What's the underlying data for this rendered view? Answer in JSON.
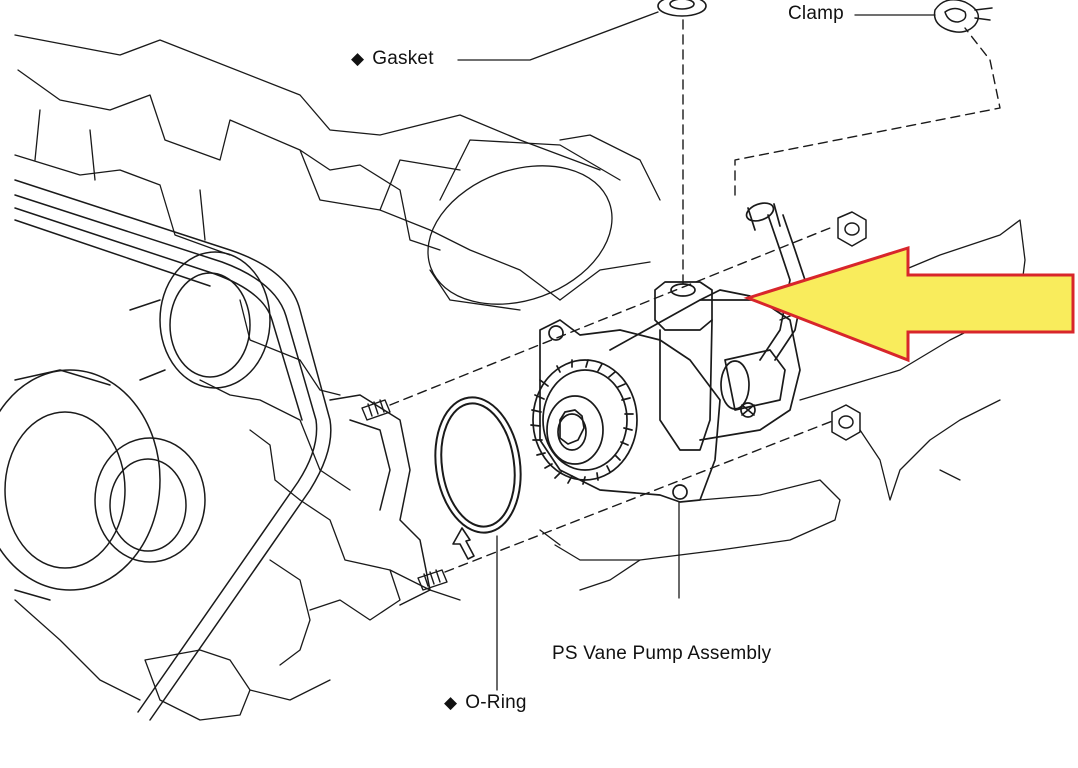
{
  "labels": {
    "gasket": {
      "marker": "◆",
      "text": "Gasket"
    },
    "clamp": {
      "text": "Clamp"
    },
    "pump": {
      "text": "PS Vane Pump Assembly"
    },
    "oring": {
      "marker": "◆",
      "text": "O-Ring"
    }
  },
  "colors": {
    "line": "#1a1a1a",
    "arrow_fill": "#f9ec5c",
    "arrow_stroke": "#d8262b",
    "background": "#ffffff"
  },
  "icons": {
    "callout_arrow": "yellow-pointer-arrow",
    "installation_direction": "hollow-arrow-icon"
  }
}
